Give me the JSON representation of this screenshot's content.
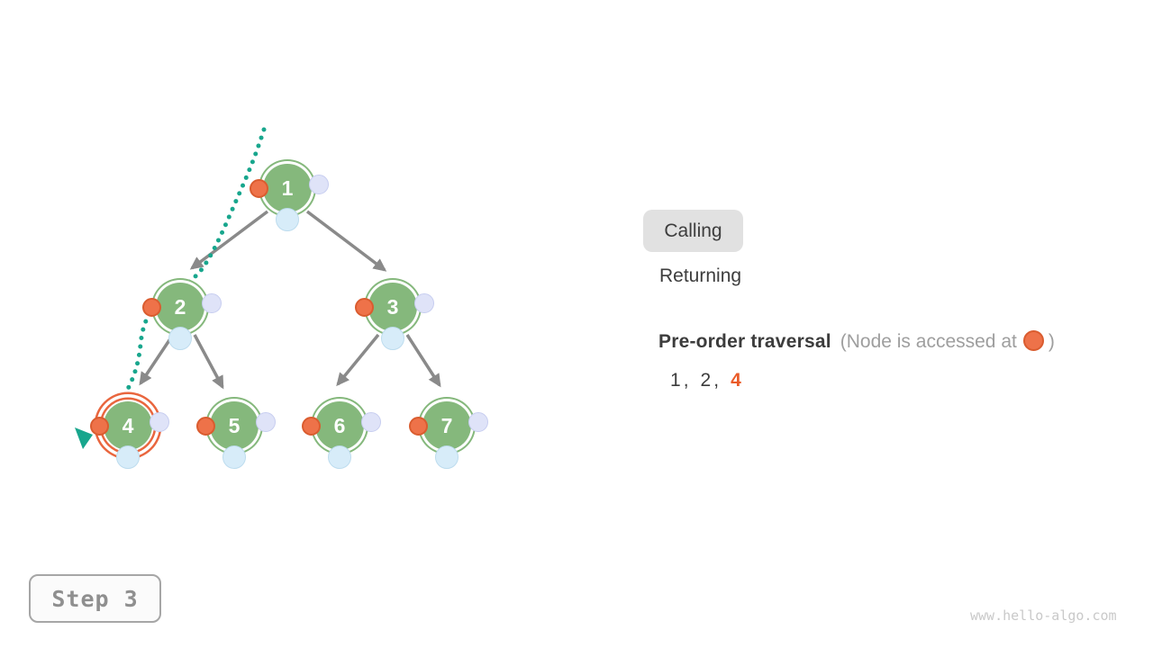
{
  "tree": {
    "nodes": [
      {
        "value": "1"
      },
      {
        "value": "2"
      },
      {
        "value": "3"
      },
      {
        "value": "4"
      },
      {
        "value": "5"
      },
      {
        "value": "6"
      },
      {
        "value": "7"
      }
    ],
    "current_node": "4"
  },
  "legend": {
    "calling": "Calling",
    "returning": "Returning"
  },
  "traversal": {
    "title": "Pre-order traversal",
    "note_prefix": "(Node is accessed at",
    "note_suffix": ")"
  },
  "sequence": {
    "values": [
      "1",
      "2",
      "4"
    ],
    "separator": ",",
    "highlight_index": 2
  },
  "step": {
    "label": "Step 3"
  },
  "watermark": "www.hello-algo.com",
  "colors": {
    "node_green": "#85b87c",
    "access_orange": "#ee7249",
    "highlight_ring_orange": "#e9663e",
    "postorder_lavender": "#dfe3f8",
    "inorder_blue": "#d7ecf9",
    "path_teal": "#18a68d",
    "edge_gray": "#8a8a8a",
    "text_dark": "#3c3c3c",
    "text_gray": "#9e9e9e",
    "chip_bg": "#e1e1e1"
  }
}
